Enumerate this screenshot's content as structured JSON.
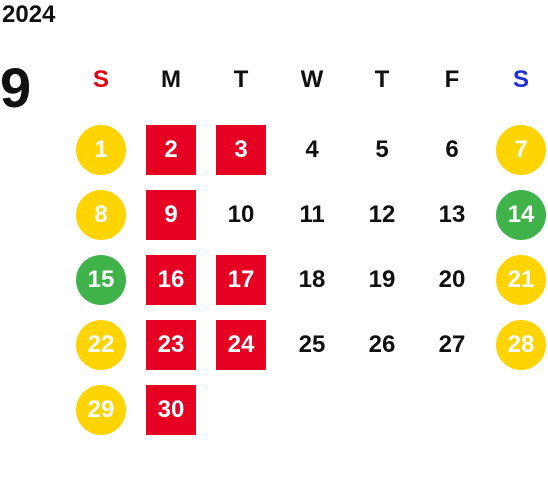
{
  "year": "2024",
  "month": "9",
  "weekdays": [
    {
      "label": "S",
      "color": "#e60012"
    },
    {
      "label": "M",
      "color": "#111111"
    },
    {
      "label": "T",
      "color": "#111111"
    },
    {
      "label": "W",
      "color": "#111111"
    },
    {
      "label": "T",
      "color": "#111111"
    },
    {
      "label": "F",
      "color": "#111111"
    },
    {
      "label": "S",
      "color": "#1f2fd6"
    }
  ],
  "colors": {
    "yellow": "#ffd400",
    "red": "#e60022",
    "green": "#3fb24a"
  },
  "weeks": [
    [
      {
        "d": "1",
        "t": "yellow"
      },
      {
        "d": "2",
        "t": "red"
      },
      {
        "d": "3",
        "t": "red"
      },
      {
        "d": "4",
        "t": ""
      },
      {
        "d": "5",
        "t": ""
      },
      {
        "d": "6",
        "t": ""
      },
      {
        "d": "7",
        "t": "yellow"
      }
    ],
    [
      {
        "d": "8",
        "t": "yellow"
      },
      {
        "d": "9",
        "t": "red"
      },
      {
        "d": "10",
        "t": ""
      },
      {
        "d": "11",
        "t": ""
      },
      {
        "d": "12",
        "t": ""
      },
      {
        "d": "13",
        "t": ""
      },
      {
        "d": "14",
        "t": "green"
      }
    ],
    [
      {
        "d": "15",
        "t": "green"
      },
      {
        "d": "16",
        "t": "red"
      },
      {
        "d": "17",
        "t": "red"
      },
      {
        "d": "18",
        "t": ""
      },
      {
        "d": "19",
        "t": ""
      },
      {
        "d": "20",
        "t": ""
      },
      {
        "d": "21",
        "t": "yellow"
      }
    ],
    [
      {
        "d": "22",
        "t": "yellow"
      },
      {
        "d": "23",
        "t": "red"
      },
      {
        "d": "24",
        "t": "red"
      },
      {
        "d": "25",
        "t": ""
      },
      {
        "d": "26",
        "t": ""
      },
      {
        "d": "27",
        "t": ""
      },
      {
        "d": "28",
        "t": "yellow"
      }
    ],
    [
      {
        "d": "29",
        "t": "yellow"
      },
      {
        "d": "30",
        "t": "red"
      }
    ]
  ]
}
